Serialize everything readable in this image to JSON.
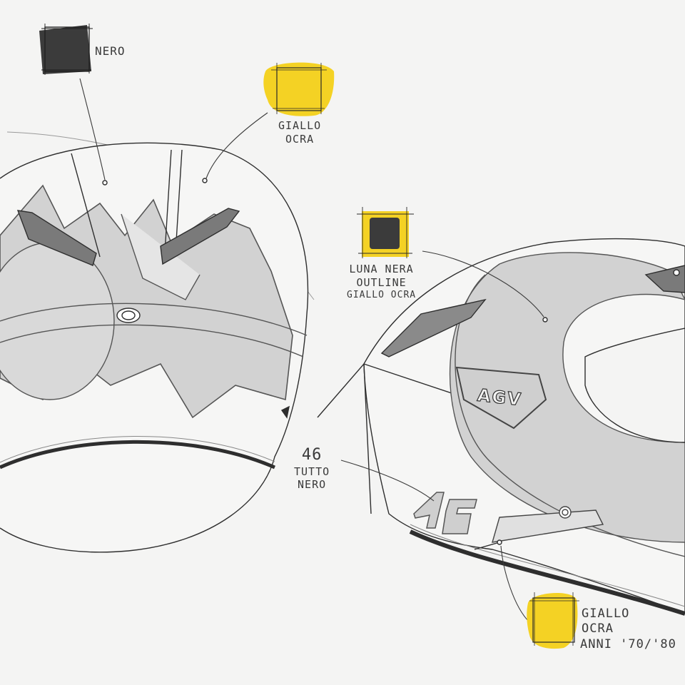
{
  "callouts": {
    "nero": {
      "label": "NERO",
      "swatch_color": "#3b3b3b"
    },
    "giallo_ocra_top": {
      "lines": [
        "GIALLO",
        "OCRA"
      ],
      "swatch_color": "#f4d224"
    },
    "luna_nera": {
      "lines": [
        "LUNA NERA",
        "OUTLINE",
        "GIALLO OCRA"
      ],
      "swatch_color": "#3b3b3b",
      "outline_color": "#f4d224"
    },
    "numero": {
      "number": "46",
      "lines": [
        "TUTTO",
        "NERO"
      ]
    },
    "giallo_ocra_bottom": {
      "lines": [
        "GIALLO",
        "OCRA",
        "ANNI '70/'80"
      ],
      "swatch_color": "#f4d224"
    }
  },
  "helmet_side": {
    "logo_text": "AGV",
    "number_text": "46"
  },
  "colors": {
    "paper": "#f4f4f3",
    "ink": "#2e2e2e",
    "shade": "#d2d2d2",
    "dark": "#555555",
    "yellow": "#f4d224"
  }
}
